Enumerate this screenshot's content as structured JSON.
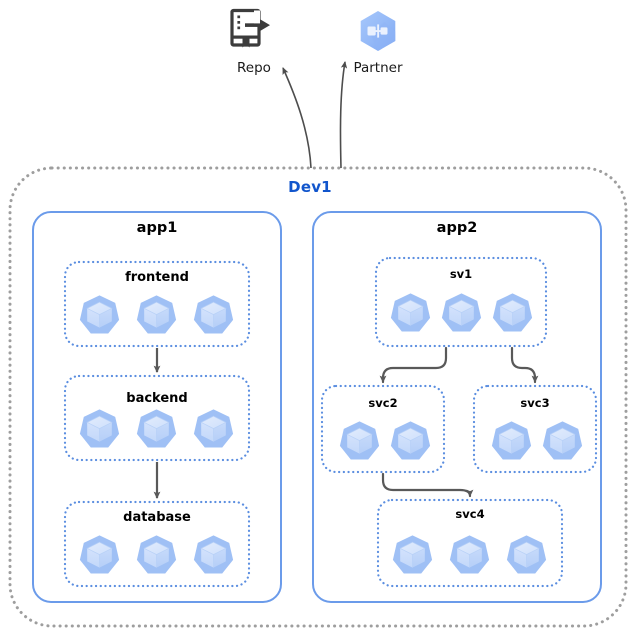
{
  "diagram": {
    "title_label": "Dev1",
    "environment": {
      "name": "Dev1",
      "border_color": "#9e9e9e",
      "label_color": "#1155cc"
    },
    "external_nodes": [
      {
        "id": "repo",
        "label": "Repo",
        "icon": "repository-book-export-icon",
        "icon_color": "#3c3c3c"
      },
      {
        "id": "partner",
        "label": "Partner",
        "icon": "partner-interconnect-hexagon-icon",
        "icon_color": "#8ab4f8"
      }
    ],
    "applications": [
      {
        "id": "app1",
        "label": "app1",
        "border_color": "#6b9bea",
        "services": [
          {
            "id": "frontend",
            "label": "frontend",
            "pod_count": 3,
            "label_size": "large"
          },
          {
            "id": "backend",
            "label": "backend",
            "pod_count": 3,
            "label_size": "large"
          },
          {
            "id": "database",
            "label": "database",
            "pod_count": 3,
            "label_size": "large"
          }
        ]
      },
      {
        "id": "app2",
        "label": "app2",
        "border_color": "#6b9bea",
        "services": [
          {
            "id": "sv1",
            "label": "sv1",
            "pod_count": 3,
            "label_size": "small"
          },
          {
            "id": "svc2",
            "label": "svc2",
            "pod_count": 2,
            "label_size": "small"
          },
          {
            "id": "svc3",
            "label": "svc3",
            "pod_count": 2,
            "label_size": "small"
          },
          {
            "id": "svc4",
            "label": "svc4",
            "pod_count": 3,
            "label_size": "small"
          }
        ]
      }
    ],
    "connections": [
      {
        "from": "frontend",
        "to": "backend",
        "style": "straight-arrow"
      },
      {
        "from": "backend",
        "to": "database",
        "style": "straight-arrow"
      },
      {
        "from": "sv1",
        "to": "svc2",
        "style": "elbow-arrow"
      },
      {
        "from": "sv1",
        "to": "svc3",
        "style": "elbow-arrow"
      },
      {
        "from": "svc2",
        "to": "svc4",
        "style": "elbow-arrow"
      },
      {
        "from": "Dev1",
        "to": "repo",
        "style": "curved-arrow"
      },
      {
        "from": "Dev1",
        "to": "partner",
        "style": "curved-arrow"
      }
    ],
    "colors": {
      "pod_fill": "#aecbfa",
      "pod_cube_light": "#cfe0fb",
      "pod_cube_mid": "#c0d6fa",
      "service_border": "#5b8ee0",
      "app_border": "#6b9bea",
      "env_border": "#9e9e9e",
      "arrow": "#595959",
      "env_label": "#1155cc"
    }
  }
}
